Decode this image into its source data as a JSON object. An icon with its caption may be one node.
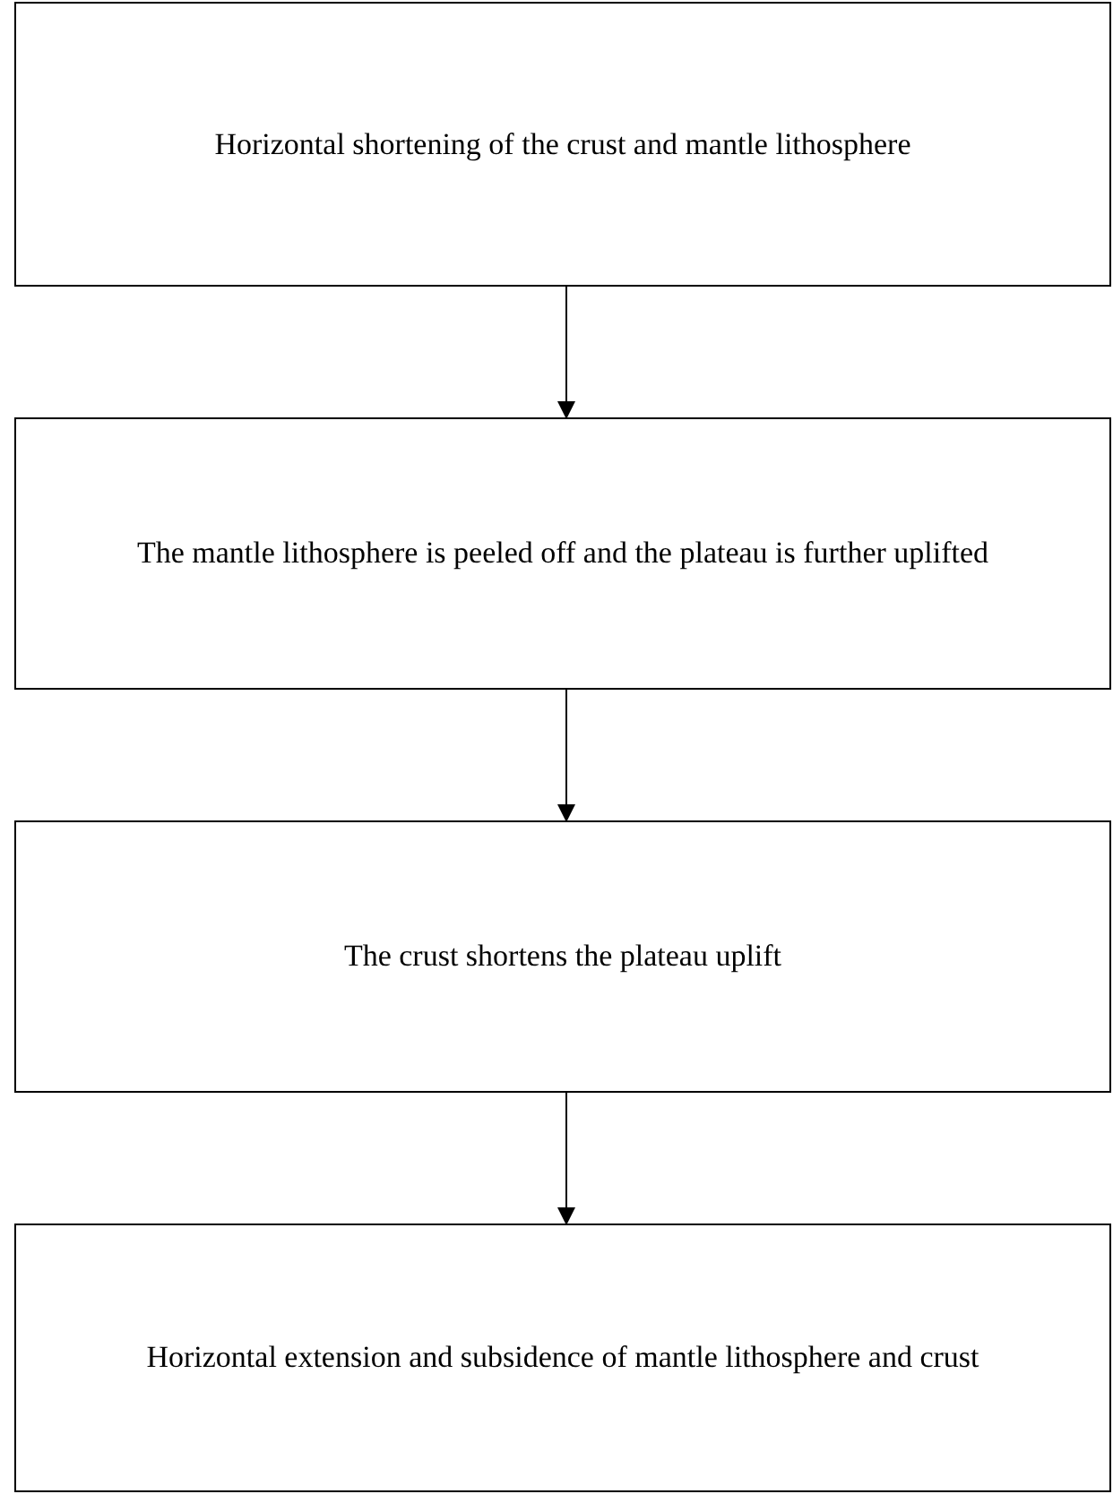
{
  "diagram": {
    "nodes": [
      {
        "text": [
          "Horizontal shortening of the crust and mantle lithosphere"
        ]
      },
      {
        "text": [
          "The mantle lithosphere is peeled off and the plateau is further uplifted"
        ]
      },
      {
        "text": [
          "The crust shortens the plateau uplift"
        ]
      },
      {
        "text": [
          "Horizontal extension and subsidence of mantle lithosphere and crust"
        ]
      }
    ],
    "edges": [
      {
        "from": 0,
        "to": 1,
        "arrow": "to"
      },
      {
        "from": 1,
        "to": 2,
        "arrow": "to"
      },
      {
        "from": 2,
        "to": 3,
        "arrow": "to"
      }
    ]
  }
}
